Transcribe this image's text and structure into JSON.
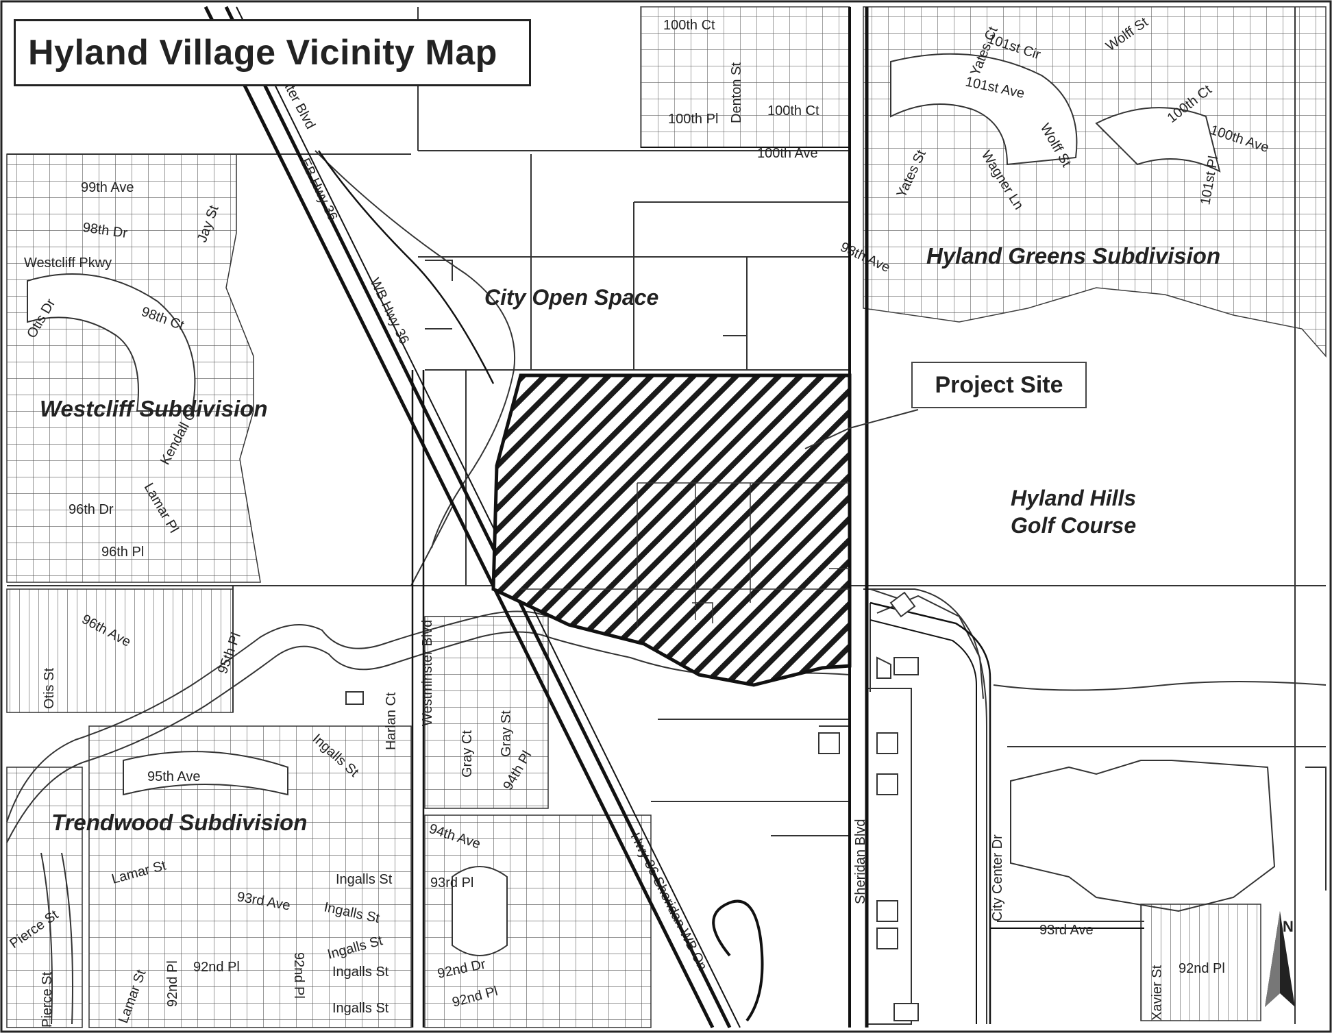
{
  "title": "Hyland Village Vicinity Map",
  "callout_label": "Project Site",
  "area_labels": {
    "westcliff": "Westcliff Subdivision",
    "trendwood": "Trendwood Subdivision",
    "hyland_greens": "Hyland Greens Subdivision",
    "open_space": "City Open Space",
    "golf_line1": "Hyland Hills",
    "golf_line2": "Golf Course"
  },
  "streets": {
    "s100th_ct_n": "100th Ct",
    "denton_st": "Denton St",
    "s100th_pl": "100th Pl",
    "s100th_ct_c": "100th Ct",
    "s100th_ave_c": "100th Ave",
    "water_blvd": "ater Blvd",
    "eb_hwy36": "EB Hwy 36",
    "wb_hwy36": "WB Hwy 36",
    "s99th_ave": "99th Ave",
    "s98th_dr": "98th Dr",
    "jay_st": "Jay St",
    "westcliff_pkwy": "Westcliff Pkwy",
    "otis_dr": "Otis Dr",
    "s98th_ct": "98th Ct",
    "kendall_ct": "Kendall Ct",
    "lamar_pl": "Lamar Pl",
    "s96th_dr": "96th Dr",
    "s96th_pl": "96th Pl",
    "s96th_ave": "96th Ave",
    "s95th_pl": "95th Pl",
    "otis_st": "Otis St",
    "westminster_blvd": "Westminster Blvd",
    "harlan_ct": "Harlan Ct",
    "ingalls_st_1": "Ingalls St",
    "s95th_ave": "95th Ave",
    "gray_ct": "Gray Ct",
    "gray_st": "Gray St",
    "s94th_pl": "94th Pl",
    "s94th_ave": "94th Ave",
    "lamar_st": "Lamar St",
    "ingalls_st_2": "Ingalls St",
    "s93rd_ave_w": "93rd Ave",
    "ingalls_st_3": "Ingalls St",
    "s93rd_pl": "93rd Pl",
    "pierce_st_1": "Pierce St",
    "ingalls_st_4": "Ingalls St",
    "s92nd_pl_a": "92nd Pl",
    "s92nd_pl_b": "92nd Pl",
    "s92nd_pl_c": "92nd Pl",
    "ingalls_st_5": "Ingalls St",
    "s92nd_dr": "92nd Dr",
    "s92nd_pl_d": "92nd Pl",
    "lamar_st_2": "Lamar St",
    "pierce_st_2": "Pierce St",
    "ingalls_st_6": "Ingalls St",
    "hwy36_sheridan": "Hwy 36 Sheridan WB On",
    "sheridan_blvd": "Sheridan Blvd",
    "city_center_dr": "City Center Dr",
    "s93rd_ave_e": "93rd Ave",
    "xavier_st": "Xavier St",
    "s92nd_pl_e": "92nd Pl",
    "yates_ct": "Yates Ct",
    "s101st_cir": "101st Cir",
    "wolff_st_n": "Wolff St",
    "s101st_ave": "101st Ave",
    "s100th_ct_e": "100th Ct",
    "s100th_ave_e": "100th Ave",
    "yates_st": "Yates St",
    "wagner_ln": "Wagner Ln",
    "wolff_st": "Wolff St",
    "s101st_pl": "101st Pl",
    "s98th_ave": "98th Ave"
  },
  "north_arrow_letter": "N"
}
